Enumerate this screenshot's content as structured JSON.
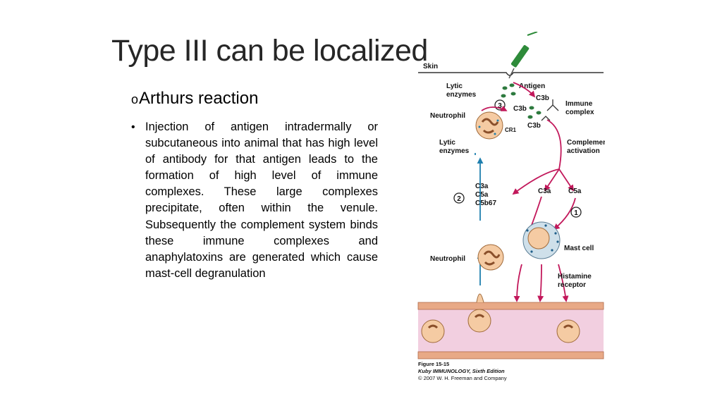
{
  "slide": {
    "title": "Type III can be localized",
    "subheading_marker": "o",
    "subheading": "Arthurs reaction",
    "bullets": [
      "Injection of antigen intradermally or subcutaneous into animal that has high level of antibody for that antigen leads to the formation of high level of immune complexes. These large complexes precipitate, often within the venule. Subsequently the complement system binds these immune complexes and anaphylatoxins are generated which cause mast-cell degranulation"
    ]
  },
  "figure": {
    "labels": {
      "skin": "Skin",
      "antigen": "Antigen",
      "lytic_enzymes_top": "Lytic\nenzymes",
      "c3b_1": "C3b",
      "c3b_2": "C3b",
      "c3b_3": "C3b",
      "immune_complex": "Immune\ncomplex",
      "neutrophil_top": "Neutrophil",
      "step_3": "3",
      "cr1": "CR1",
      "lytic_enzymes_mid": "Lytic\nenzymes",
      "complement_activation": "Complement\nactivation",
      "c3a_c5a_c5b67": "C3a\nC5a\nC5b67",
      "step_2": "2",
      "c3a": "C3a",
      "c5a": "C5a",
      "step_1": "1",
      "mast_cell": "Mast cell",
      "neutrophil_bottom": "Neutrophil",
      "histamine_receptor": "Histamine\nreceptor"
    },
    "caption": {
      "figure_number": "Figure 15-15",
      "book": "Kuby IMMUNOLOGY, Sixth Edition",
      "copyright": "© 2007 W. H. Freeman and Company"
    },
    "colors": {
      "vessel_fill": "#f2cfe0",
      "vessel_band": "#e8a986",
      "cell_fill": "#f5cba3",
      "complement_arrow": "#c2185b",
      "neutrophil_arrow": "#1f7fae",
      "syringe": "#2e8b3a",
      "antigen": "#2d7a3e"
    }
  }
}
